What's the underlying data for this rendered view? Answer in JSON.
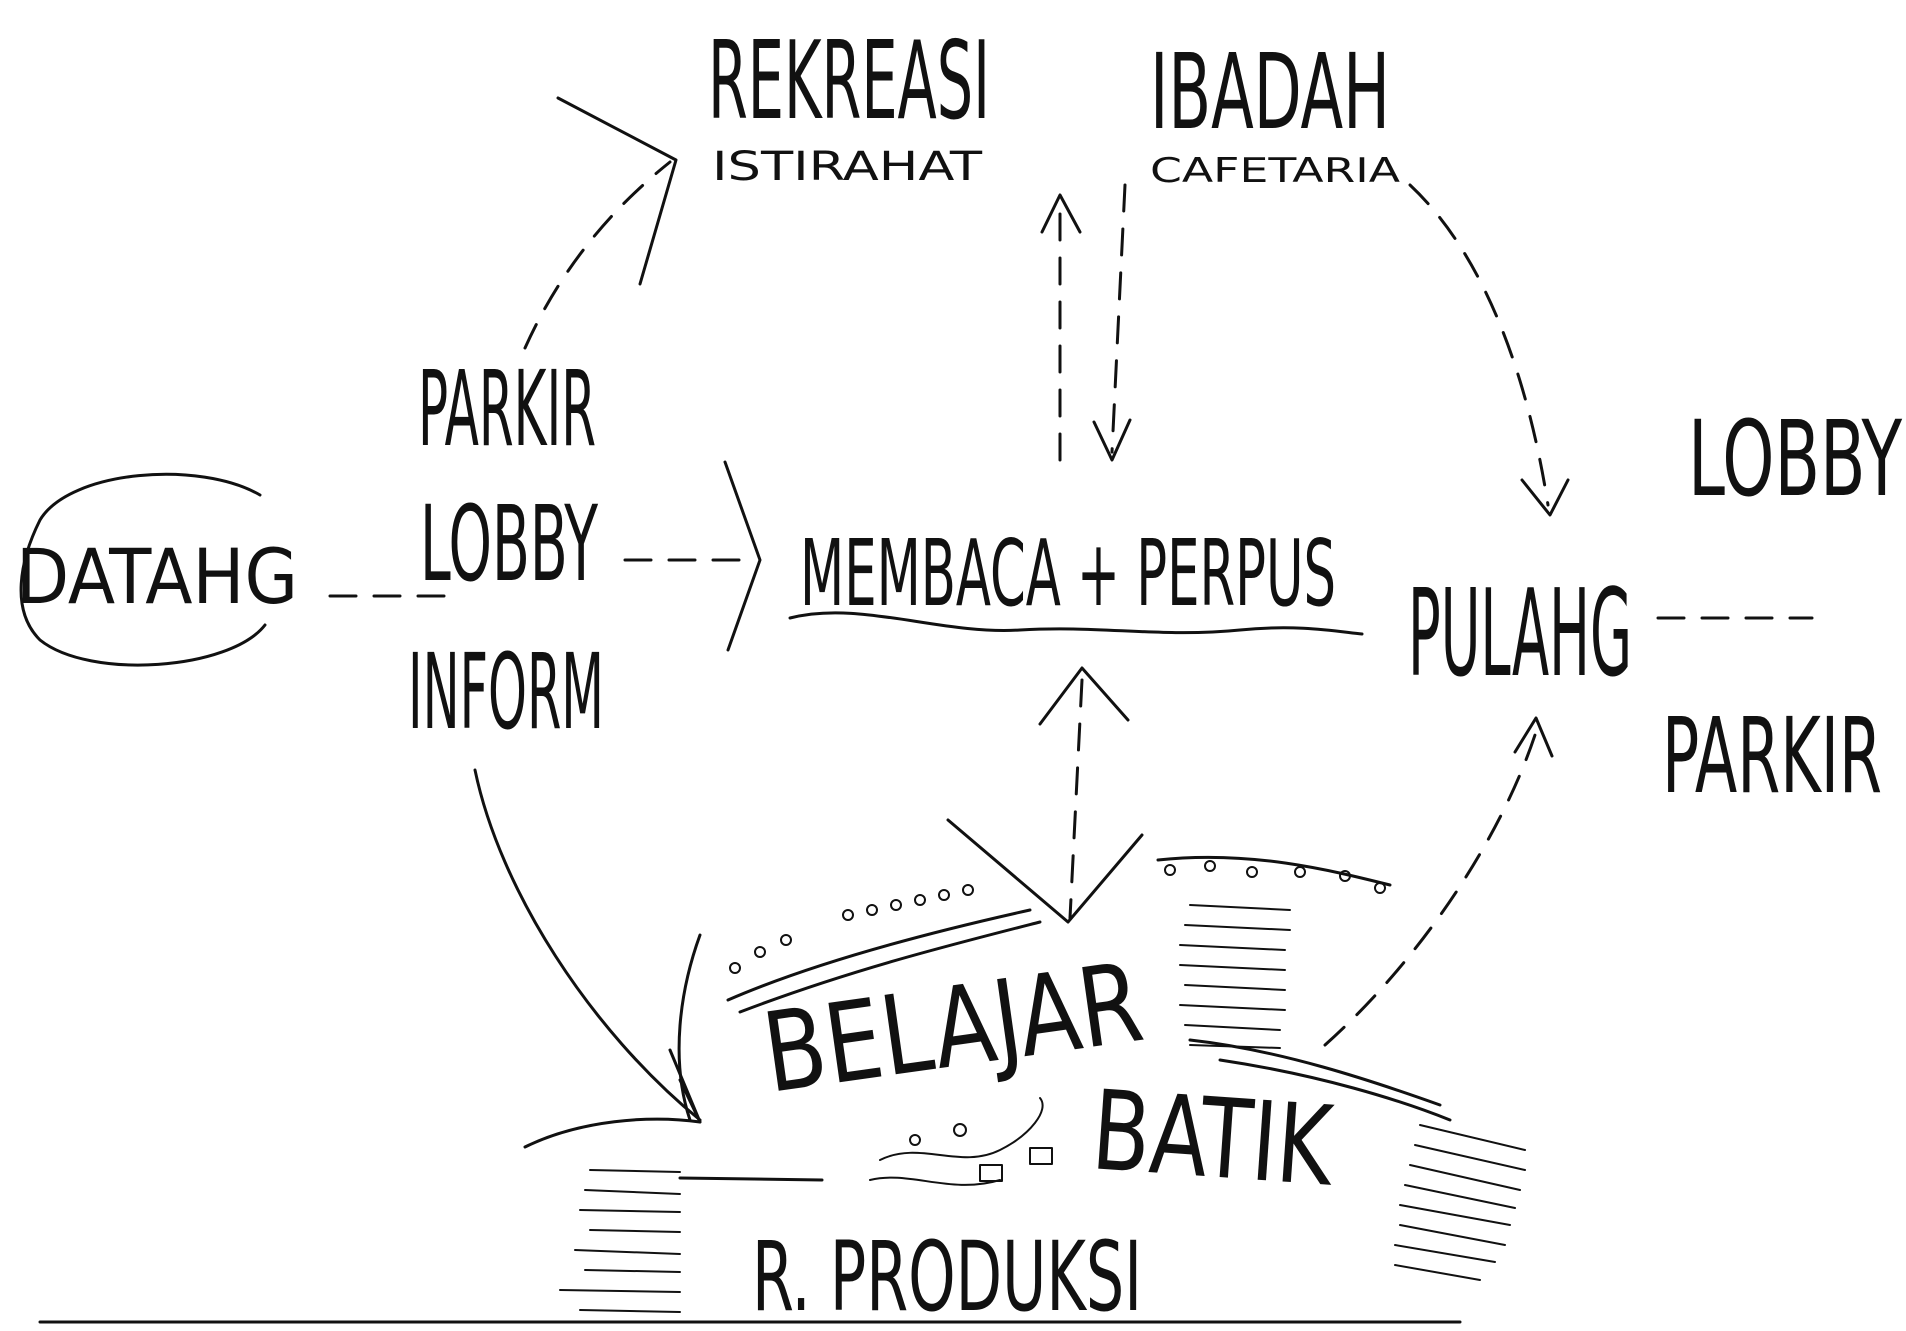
{
  "diagram": {
    "nodes": {
      "datang": "DATAHG",
      "parkir_left": "PARKIR",
      "lobby_left": "LOBBY",
      "inform": "INFORM",
      "rekreasi": "REKREASI",
      "istirahat": "ISTIRAHAT",
      "ibadah": "IBADAH",
      "cafetaria": "CAFETARIA",
      "membaca": "MEMBACA + PERPUS",
      "pulang": "PULAHG",
      "lobby_right": "LOBBY",
      "parkir_right": "PARKIR",
      "belajar": "BELAJAR",
      "batik": "BATIK",
      "produksi": "R. PRODUKSI"
    },
    "colors": {
      "ink": "#111111",
      "paper": "#ffffff"
    }
  }
}
